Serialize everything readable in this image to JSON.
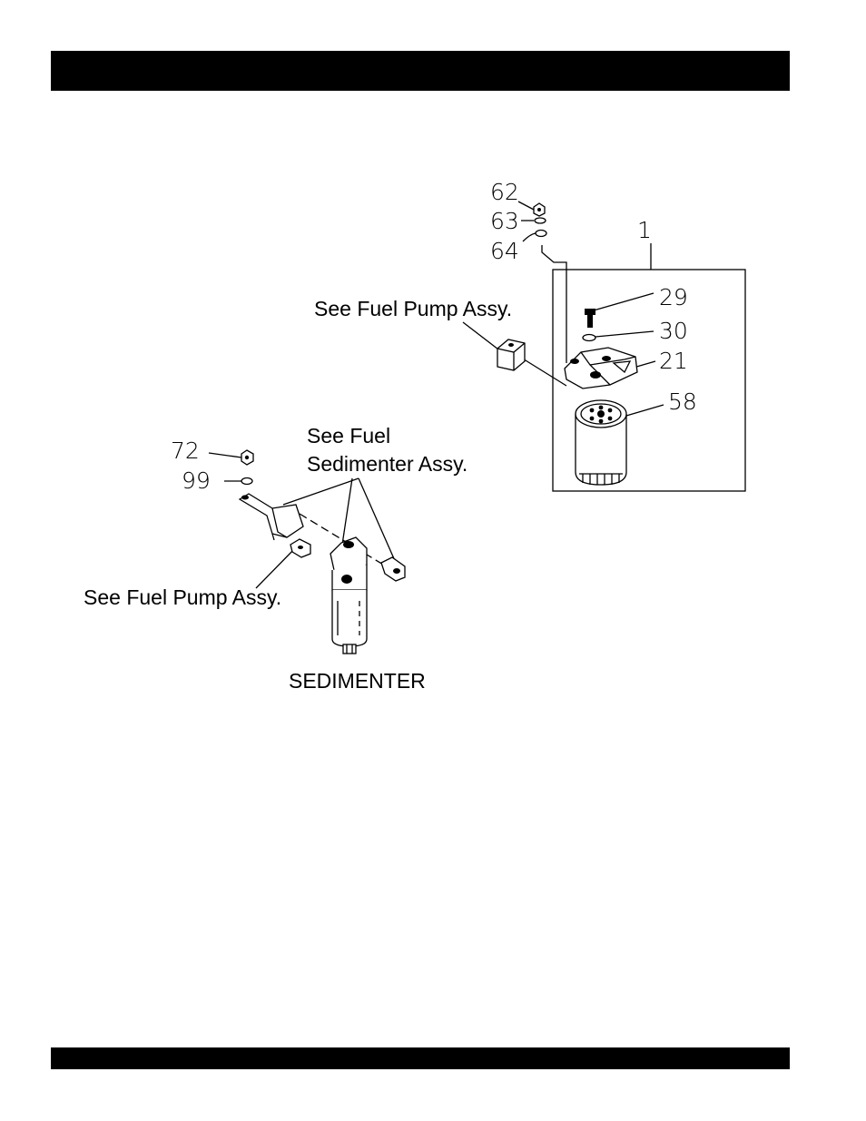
{
  "labels": {
    "p62": "62",
    "p63": "63",
    "p64": "64",
    "p1": "1",
    "p29": "29",
    "p30": "30",
    "p21": "21",
    "p58": "58",
    "p72": "72",
    "p99": "99"
  },
  "notes": {
    "fuel_pump_top": "See Fuel Pump Assy.",
    "sedimenter_line1": "See Fuel",
    "sedimenter_line2": "Sedimenter Assy.",
    "fuel_pump_bottom": "See Fuel Pump Assy."
  },
  "caption": "SEDIMENTER"
}
